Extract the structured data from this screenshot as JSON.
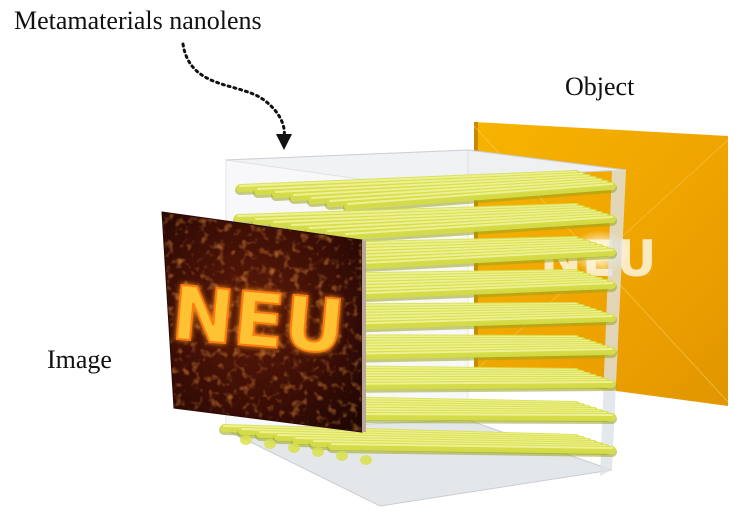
{
  "labels": {
    "nanolens": "Metamaterials nanolens",
    "object": "Object",
    "image": "Image",
    "image_letters": "NEU",
    "object_letters": "NEU"
  },
  "colors": {
    "rod": "#d9e04a",
    "rod_highlight": "#f3f6a8",
    "rod_shadow": "#9aa420",
    "object_panel": "#f2a900",
    "image_panel": "#3a0d06",
    "image_glow": "#ffb020",
    "box_fill": "#e9ecef"
  },
  "icons": {
    "pointer": "dotted-curved-arrow-icon"
  }
}
